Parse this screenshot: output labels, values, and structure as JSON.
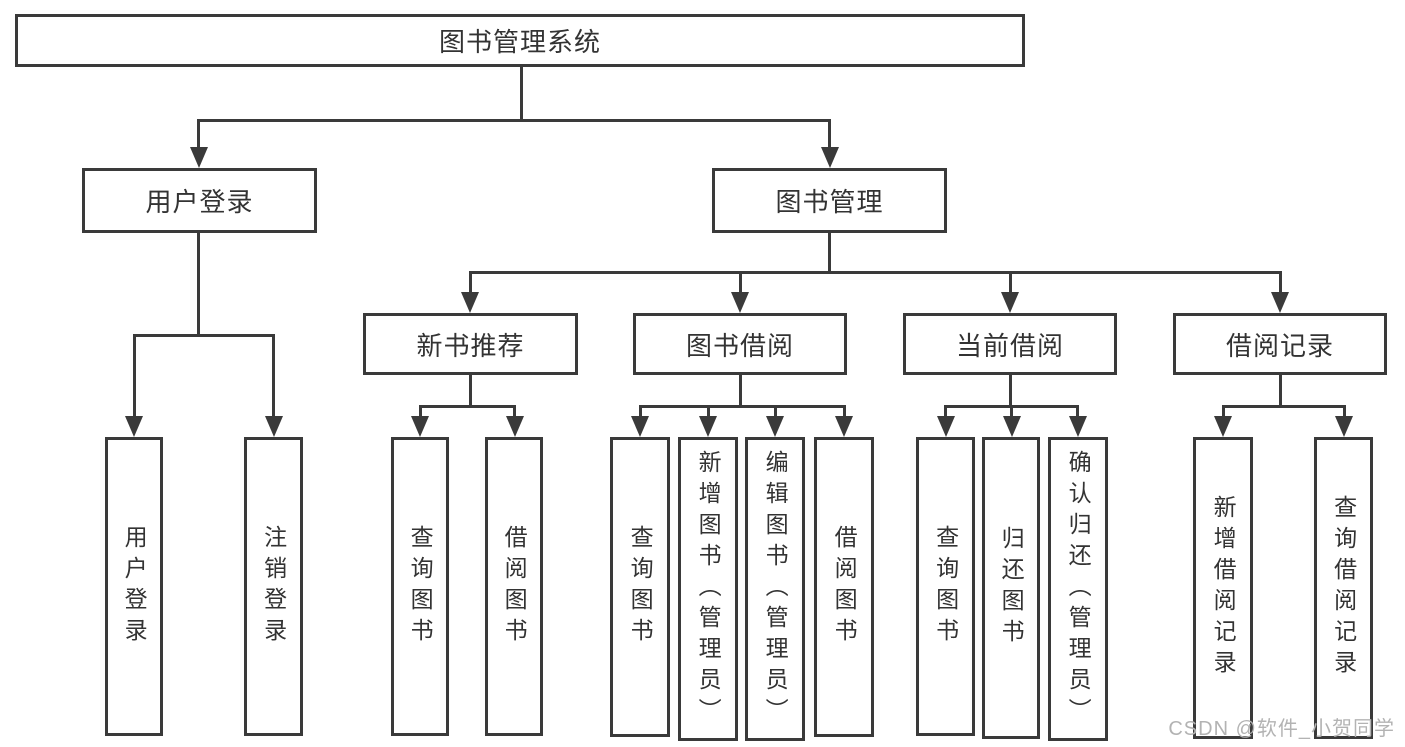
{
  "diagram": {
    "root": "图书管理系统",
    "user_login": {
      "label": "用户登录",
      "children": [
        "用户登录",
        "注销登录"
      ]
    },
    "book_management": {
      "label": "图书管理",
      "groups": [
        {
          "label": "新书推荐",
          "children": [
            "查询图书",
            "借阅图书"
          ]
        },
        {
          "label": "图书借阅",
          "children": [
            "查询图书",
            "新增图书（管理员）",
            "编辑图书（管理员）",
            "借阅图书"
          ]
        },
        {
          "label": "当前借阅",
          "children": [
            "查询图书",
            "归还图书",
            "确认归还（管理员）"
          ]
        },
        {
          "label": "借阅记录",
          "children": [
            "新增借阅记录",
            "查询借阅记录"
          ]
        }
      ]
    }
  },
  "watermark": "CSDN @软件_小贺同学",
  "colors": {
    "line": "#3a3a3a",
    "text": "#333333",
    "watermark": "#b3b3b3",
    "background": "#ffffff"
  }
}
